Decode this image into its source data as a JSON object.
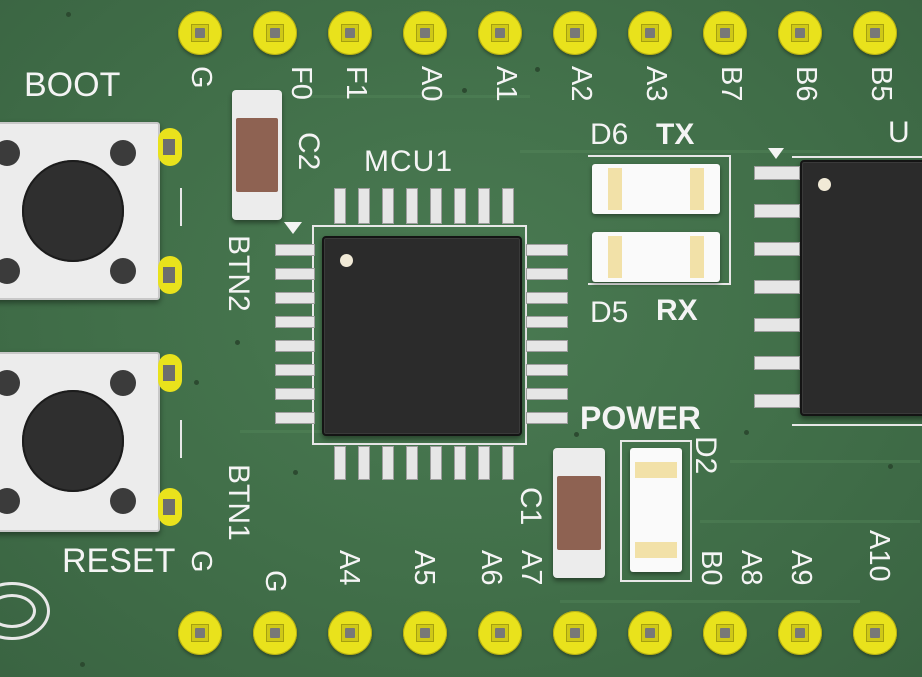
{
  "board": {
    "colors": {
      "pcb": "#416f49",
      "silkscreen": "#f4f4f4",
      "pad": "#e9e21c",
      "ic": "#2b2b2b"
    },
    "top_pins": [
      "G",
      "F0",
      "F1",
      "A0",
      "A1",
      "A2",
      "A3",
      "B7",
      "B6",
      "B5"
    ],
    "bottom_pins": [
      "G",
      "G",
      "A4",
      "A5",
      "A6",
      "A7",
      "B0",
      "A8",
      "A9",
      "A10"
    ],
    "labels": {
      "boot": "BOOT",
      "reset": "RESET",
      "mcu": "MCU1",
      "u_partial": "U",
      "c1": "C1",
      "c2": "C2",
      "btn1": "BTN1",
      "btn2": "BTN2",
      "d6": "D6",
      "tx": "TX",
      "d5": "D5",
      "rx": "RX",
      "power": "POWER",
      "d2": "D2"
    }
  }
}
